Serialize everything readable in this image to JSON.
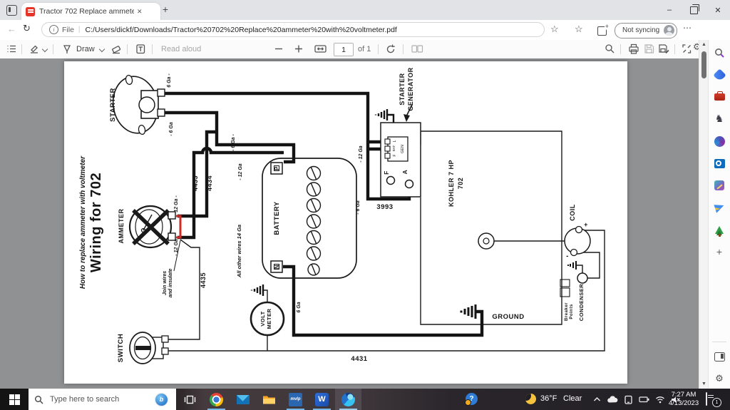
{
  "icons": {
    "close": "✕",
    "plus": "+",
    "back": "←",
    "refresh": "↻",
    "more": "⋯",
    "star_add": "☆",
    "star_fav": "☆",
    "minimize": "–",
    "info": "i",
    "bing_b": "b",
    "question": "?",
    "gear": "⚙",
    "search": "⌕",
    "chess": "♞",
    "scroll_up": "▲",
    "scroll_down": "▼"
  },
  "browser": {
    "tab": {
      "title": "Tractor 702 Replace ammeter wit"
    },
    "address_bar": {
      "scheme_label": "File",
      "separator": "|",
      "url": "C:/Users/dickf/Downloads/Tractor%20702%20Replace%20ammeter%20with%20voltmeter.pdf",
      "sync_label": "Not syncing"
    },
    "pdf_toolbar": {
      "draw_label": "Draw",
      "read_aloud_label": "Read aloud",
      "page_value": "1",
      "of_label": "of 1"
    }
  },
  "diagram": {
    "title": "Wiring for 702",
    "subtitle": "How to replace ammeter with voltmeter",
    "c": {
      "starter": "STARTER",
      "ammeter": "AMMETER",
      "switch": "SWITCH",
      "battery": "BATTERY",
      "volt1": "VOLT",
      "volt2": "METER",
      "gen1": "STARTER",
      "gen2": "GENERATOR",
      "gen": "GEN",
      "reg_l": "L",
      "reg_bat": "BAT",
      "reg_f": "F",
      "f": "F",
      "a": "A",
      "p": "P",
      "n": "N",
      "kohler1": "KOHLER  7  HP",
      "kohler2": "702",
      "coil": "COIL",
      "plus": "+",
      "minus": "-",
      "condenser": "CONDENSER",
      "breaker1": "Breaker",
      "breaker2": "Points",
      "ground": "GROUND"
    },
    "w": {
      "a": "6 Ga -",
      "b": "- 6 Ga",
      "c": "- 6 Ga -",
      "d": "- 12 Ga",
      "e": "12 Ga -",
      "f": "- 12 Ga",
      "g": "- 12 Ga",
      "h": "- 6 Ga",
      "i": "6 Ga",
      "all": "All other wires 14 Ga"
    },
    "p": {
      "p4433": "4433",
      "p4434": "4434",
      "p4435": "4435",
      "p4431": "4431",
      "p3993": "3993"
    },
    "note1": "Join wires",
    "note2": "and insulate"
  },
  "taskbar": {
    "search_placeholder": "Type here to search",
    "mvlp_label": "mvlp",
    "word_label": "W",
    "weather_temp": "36°F",
    "weather_cond": "Clear",
    "time": "7:27 AM",
    "date": "4/13/2023",
    "badge": "1"
  }
}
